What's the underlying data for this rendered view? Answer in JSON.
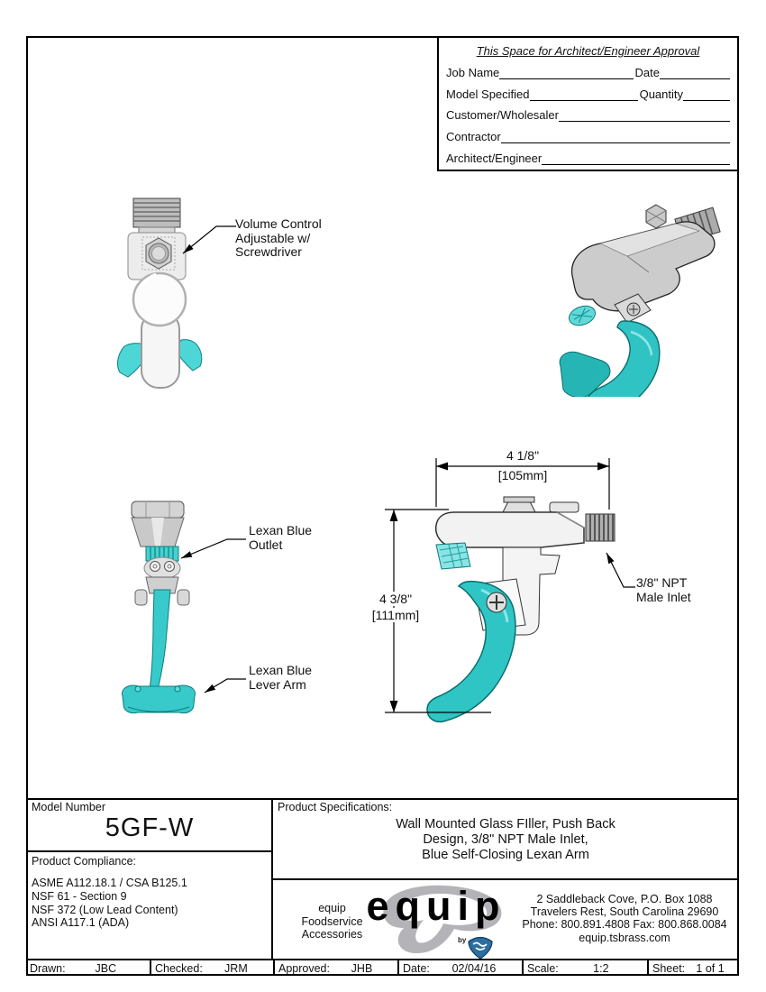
{
  "approval": {
    "title": "This Space for Architect/Engineer Approval",
    "row1_label": "Job Name",
    "row1_label2": "Date",
    "row2_label": "Model Specified",
    "row2_label2": "Quantity",
    "row3_label": "Customer/Wholesaler",
    "row4_label": "Contractor",
    "row5_label": "Architect/Engineer"
  },
  "callouts": {
    "volume_control": "Volume Control\nAdjustable w/\nScrewdriver",
    "lexan_outlet": "Lexan Blue\nOutlet",
    "lexan_lever": "Lexan Blue\nLever Arm",
    "npt_inlet": "3/8\" NPT\nMale Inlet"
  },
  "dimensions": {
    "width_in": "4 1/8\"",
    "width_mm": "[105mm]",
    "height_in": "4 3/8\"",
    "height_mm": "[111mm]"
  },
  "title_block": {
    "model_label": "Model Number",
    "model_number": "5GF-W",
    "compliance_label": "Product Compliance:",
    "compliance": [
      "ASME A112.18.1 / CSA B125.1",
      "NSF 61 - Section 9",
      "NSF 372 (Low Lead Content)",
      "ANSI A117.1 (ADA)"
    ],
    "specs_label": "Product Specifications:",
    "specs": "Wall Mounted Glass FIller, Push Back\nDesign, 3/8\" NPT Male Inlet,\nBlue Self-Closing Lexan Arm"
  },
  "brand": {
    "side": "equip\nFoodservice\nAccessories",
    "logo": "equip",
    "by": "by",
    "address": "2 Saddleback Cove, P.O. Box 1088\nTravelers Rest, South Carolina 29690\nPhone: 800.891.4808  Fax: 800.868.0084\nequip.tsbrass.com"
  },
  "footer": [
    {
      "label": "Drawn:",
      "value": "JBC"
    },
    {
      "label": "Checked:",
      "value": "JRM"
    },
    {
      "label": "Approved:",
      "value": "JHB"
    },
    {
      "label": "Date:",
      "value": "02/04/16"
    },
    {
      "label": "Scale:",
      "value": "1:2"
    },
    {
      "label": "Sheet:",
      "value": "1  of  1"
    }
  ],
  "colors": {
    "teal": "#35c8c8",
    "teal_dark": "#0b7d7d",
    "body_gray": "#cccccc",
    "line": "#000000"
  }
}
